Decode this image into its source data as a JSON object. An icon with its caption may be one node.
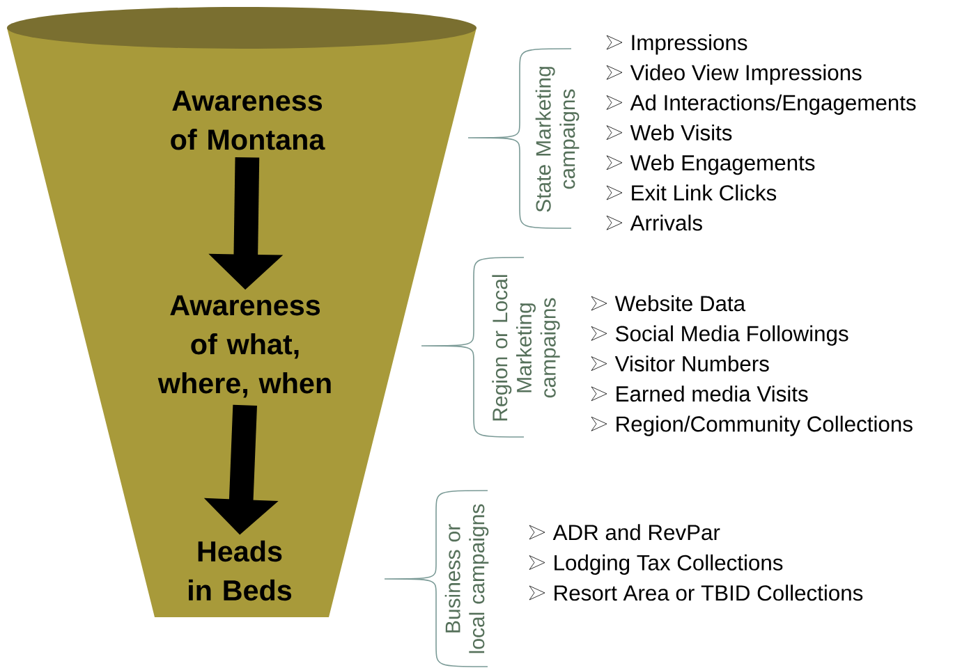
{
  "diagram": {
    "nodes": [
      {
        "text": [],
        "shape": "funnel"
      },
      {
        "text": [
          "Awareness of Montana"
        ],
        "in": 0
      },
      {
        "text": [
          "Awareness of what, where, when"
        ],
        "in": 0
      },
      {
        "text": [
          "Heads in Beds"
        ],
        "in": 0
      }
    ],
    "edges": [
      {
        "from": 1,
        "to": 2,
        "arrow": "to"
      },
      {
        "from": 2,
        "to": 3,
        "arrow": "to"
      }
    ],
    "labels": [
      "State Marketing campaigns",
      "Impressions",
      "Video View Impressions",
      "Ad Interactions/Engagements",
      "Web Visits",
      "Web Engagements",
      "Exit Link Clicks",
      "Arrivals",
      "Region or Local Marketing campaigns",
      "Website Data",
      "Social Media Followings",
      "Visitor Numbers",
      "Earned media Visits",
      "Region/Community Collections",
      "Business or local campaigns",
      "ADR and RevPar",
      "Lodging Tax Collections",
      "Resort Area or TBID Collections"
    ]
  }
}
